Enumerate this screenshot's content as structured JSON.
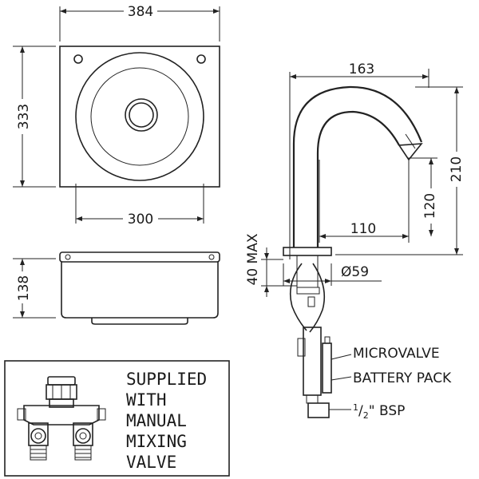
{
  "basin_top": {
    "width_label": "384",
    "height_label": "333",
    "bowl_label": "300"
  },
  "basin_side": {
    "height_label": "138"
  },
  "tap": {
    "reach_label": "163",
    "height_label": "210",
    "spout_height_label": "120",
    "spout_reach_label": "110",
    "deck_label": "40 MAX",
    "diameter_label": "Ø59"
  },
  "callouts": {
    "microvalve": "MICROVALVE",
    "battery_pack": "BATTERY PACK",
    "bsp_prefix": "1",
    "bsp_fraction": "/",
    "bsp_denominator": "2",
    "bsp_suffix": "\" BSP"
  },
  "mixing_valve_box": {
    "lines": [
      "SUPPLIED",
      "WITH",
      "MANUAL",
      "MIXING",
      "VALVE"
    ]
  }
}
